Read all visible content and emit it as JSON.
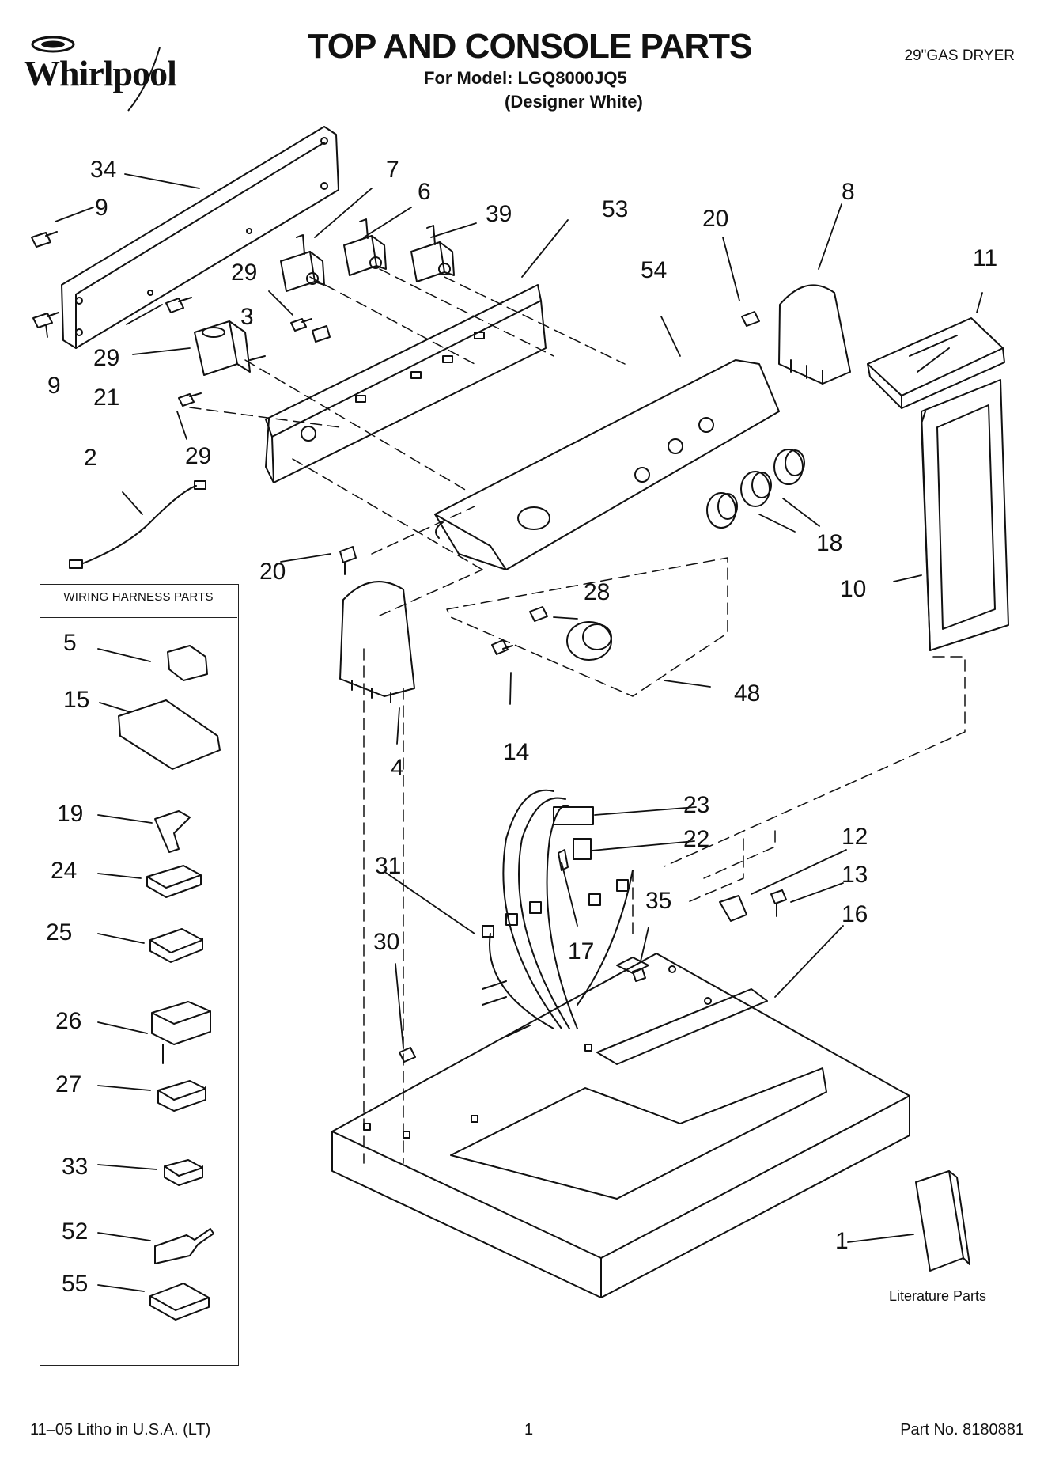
{
  "header": {
    "brand": "Whirlpool",
    "title": "TOP AND CONSOLE PARTS",
    "model_line": "For Model: LGQ8000JQ5",
    "variant": "(Designer White)",
    "product": "29\"GAS DRYER"
  },
  "legend": {
    "title": "WIRING HARNESS PARTS",
    "items": [
      "5",
      "15",
      "19",
      "24",
      "25",
      "26",
      "27",
      "33",
      "52",
      "55"
    ]
  },
  "literature_label": "Literature Parts",
  "callouts": {
    "c34": "34",
    "c9a": "9",
    "c9b": "9",
    "c7": "7",
    "c6": "6",
    "c39": "39",
    "c53": "53",
    "c20a": "20",
    "c8": "8",
    "c11": "11",
    "c29a": "29",
    "c3": "3",
    "c29b": "29",
    "c21": "21",
    "c54": "54",
    "c29c": "29",
    "c2": "2",
    "c18": "18",
    "c10": "10",
    "c20b": "20",
    "c28": "28",
    "c48": "48",
    "c4": "4",
    "c14": "14",
    "c23": "23",
    "c22": "22",
    "c12": "12",
    "c13": "13",
    "c31": "31",
    "c35": "35",
    "c16": "16",
    "c30": "30",
    "c17": "17",
    "c1": "1"
  },
  "footer": {
    "left": "11–05 Litho in U.S.A. (LT)",
    "page": "1",
    "right": "Part No. 8180881"
  }
}
